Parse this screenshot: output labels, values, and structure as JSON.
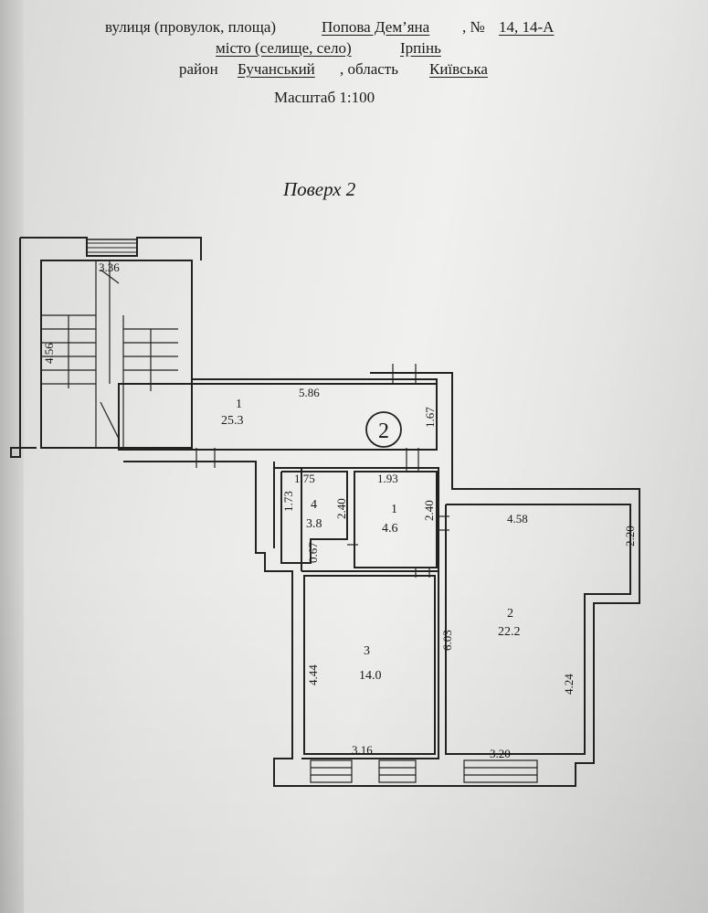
{
  "header": {
    "street_label": "вулиця (провулок, площа)",
    "street_value": "Попова Дем’яна",
    "number_label": ", №",
    "number_value": "14, 14-А",
    "city_label": "місто (селище, село)",
    "city_value": "Ірпінь",
    "district_label": "район",
    "district_value": "Бучанський",
    "region_label": ", область",
    "region_value": "Київська",
    "scale": "Масштаб 1:100"
  },
  "floor_title": "Поверх 2",
  "apartment_number": "2",
  "rooms": [
    {
      "id": "corridor",
      "number": "1",
      "area": "25.3"
    },
    {
      "id": "bath",
      "number": "1",
      "area": "4.6"
    },
    {
      "id": "toilet",
      "number": "4",
      "area": "3.8"
    },
    {
      "id": "room3",
      "number": "3",
      "area": "14.0"
    },
    {
      "id": "room2",
      "number": "2",
      "area": "22.2"
    }
  ],
  "dimensions": {
    "stair_width": "3.36",
    "stair_height": "4.56",
    "corridor_length": "5.86",
    "corridor_width": "1.67",
    "toilet_top": "1.75",
    "toilet_left": "1.73",
    "toilet_right": "2.40",
    "toilet_bottom": "0.67",
    "bath_top": "1.93",
    "bath_right": "2.40",
    "room2_top": "4.58",
    "room2_right_top": "2.20",
    "room2_left": "6.03",
    "room2_right": "4.24",
    "room2_bottom": "3.20",
    "room3_left": "4.44",
    "room3_bottom": "3.16"
  }
}
